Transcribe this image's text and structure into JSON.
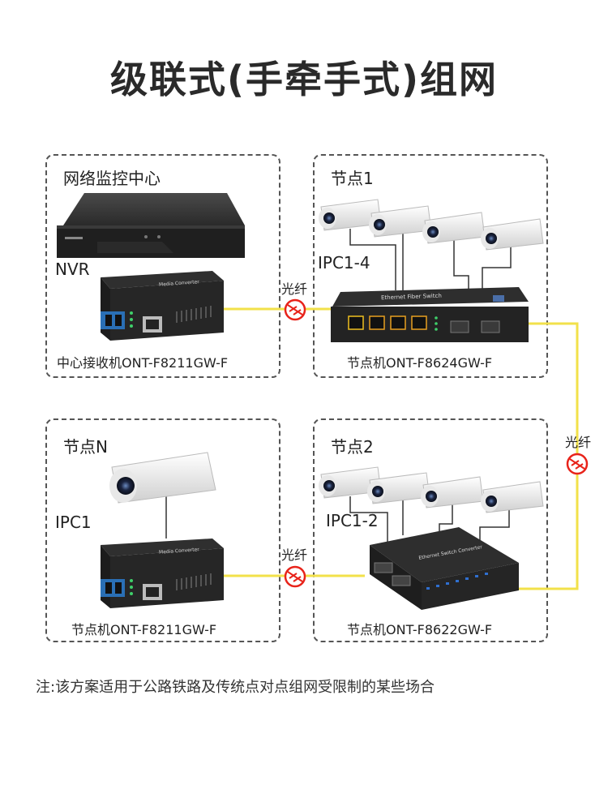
{
  "title": "级联式(手牵手式)组网",
  "panels": {
    "center": {
      "heading": "网络监控中心",
      "nvr_label": "NVR",
      "caption": "中心接收机ONT-F8211GW-F"
    },
    "node1": {
      "heading": "节点1",
      "ipc_label": "IPC1-4",
      "caption": "节点机ONT-F8624GW-F"
    },
    "nodeN": {
      "heading": "节点N",
      "ipc_label": "IPC1",
      "caption": "节点机ONT-F8211GW-F"
    },
    "node2": {
      "heading": "节点2",
      "ipc_label": "IPC1-2",
      "caption": "节点机ONT-F8622GW-F"
    }
  },
  "fiber_label": "光纤",
  "device_text": {
    "media_converter": "Media Converter",
    "fiber_switch": "Ethernet Fiber Switch",
    "switch_converter": "Ethernet Switch Converter"
  },
  "note": "注:该方案适用于公路铁路及传统点对点组网受限制的某些场合",
  "colors": {
    "fiber": "#f2e14a",
    "fiber_icon": "#e8231a",
    "panel_border": "#555555"
  }
}
